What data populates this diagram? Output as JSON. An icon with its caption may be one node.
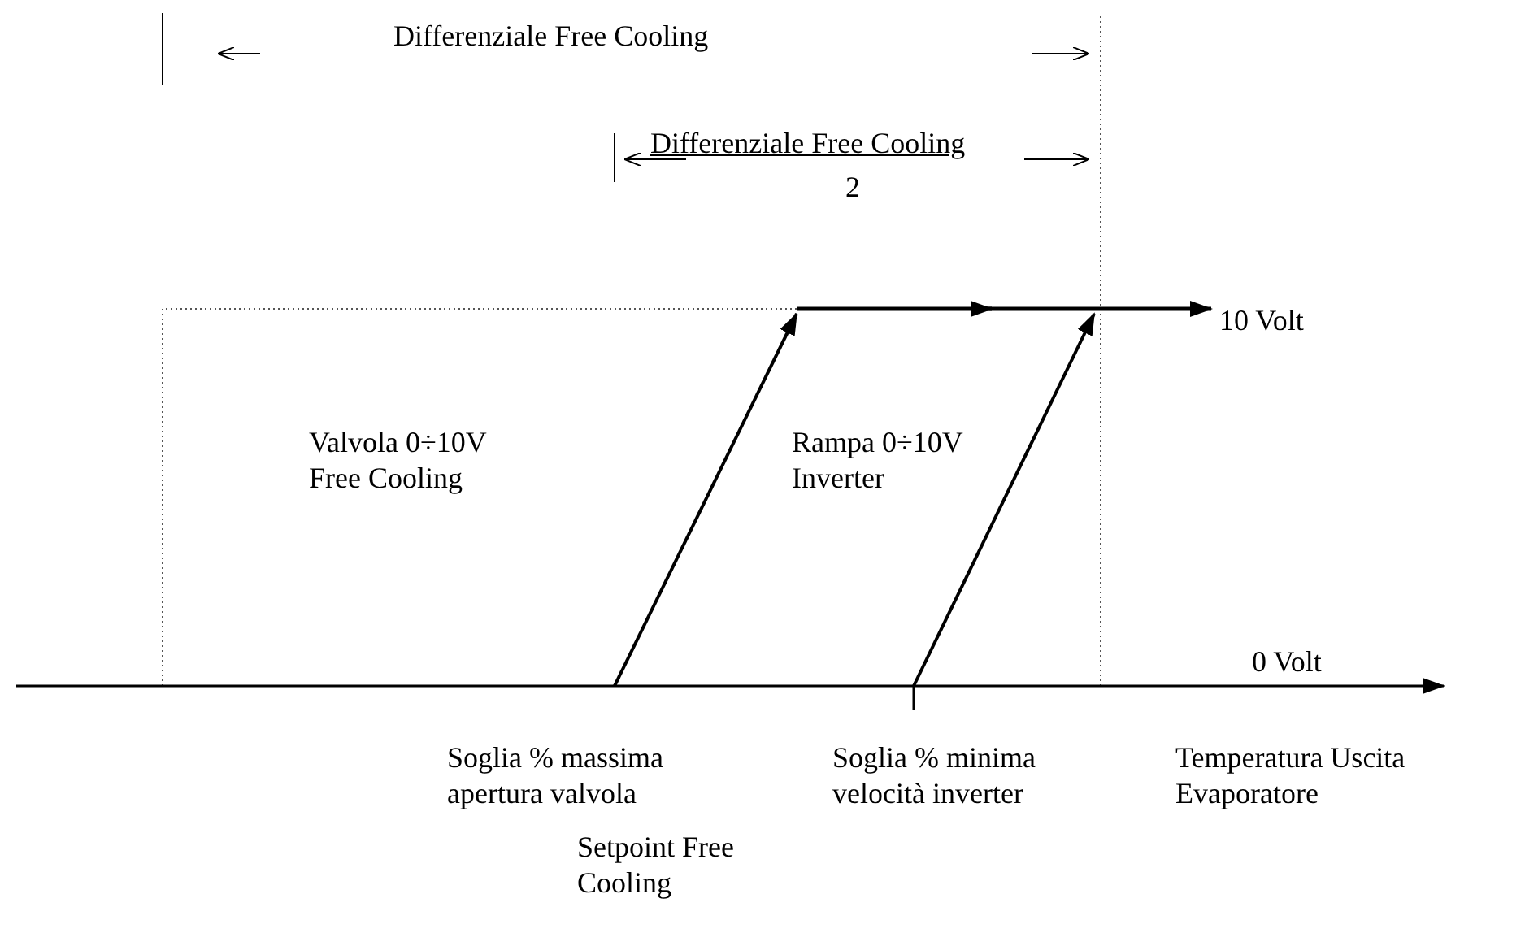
{
  "diagram": {
    "labels": [
      "Differenziale Free Cooling",
      "Differenziale Free Cooling",
      "2",
      "10 Volt",
      "Valvola 0÷10V Free Cooling",
      "Rampa 0÷10V Inverter",
      "0 Volt",
      "Soglia % massima apertura valvola",
      "Soglia % minima velocità inverter",
      "Temperatura Uscita Evaporatore",
      "Setpoint Free Cooling"
    ]
  }
}
